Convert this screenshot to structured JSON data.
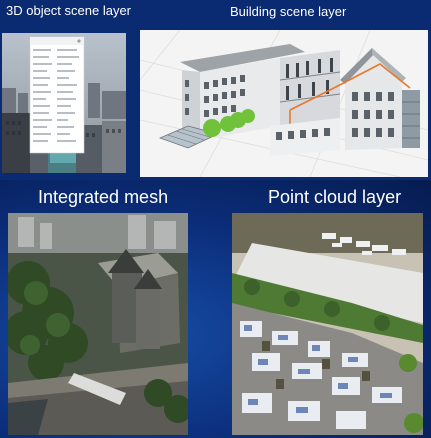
{
  "labels": {
    "object_scene": "3D object scene layer",
    "building_scene": "Building scene layer",
    "integrated_mesh": "Integrated mesh",
    "point_cloud": "Point cloud layer"
  },
  "colors": {
    "background": "#0a2a72",
    "label_text": "#ffffff",
    "highlight_outline": "#e8782a",
    "tree_green": "#6fc23a"
  }
}
